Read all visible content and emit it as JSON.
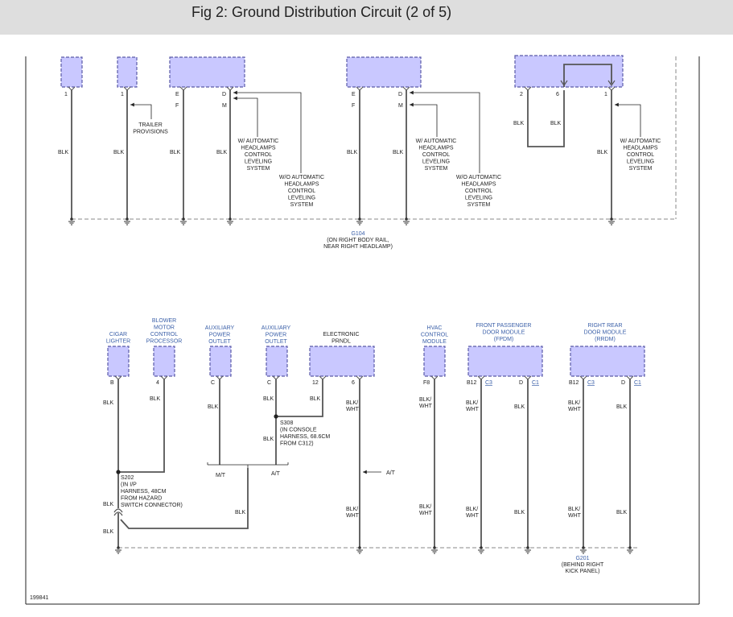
{
  "header": {
    "title": "Fig 2: Ground Distribution Circuit (2 of 5)"
  },
  "figure_number": "199841",
  "colors": {
    "component_fill": "#c9c8ff",
    "component_stroke": "#5a5aa8",
    "label_blue": "#3a5fa8"
  },
  "top": {
    "pins": {
      "p1a": "1",
      "p1b": "1",
      "pE": "E",
      "pF": "F",
      "pD": "D",
      "pM": "M",
      "p2E": "E",
      "p2F": "F",
      "p2D": "D",
      "p2M": "M",
      "p3_2": "2",
      "p3_6": "6",
      "p3_1": "1"
    },
    "wire_colors": {
      "blk": "BLK"
    },
    "labels": {
      "trailer": [
        "TRAILER",
        "PROVISIONS"
      ],
      "w_auto": [
        "W/ AUTOMATIC",
        "HEADLAMPS",
        "CONTROL",
        "LEVELING",
        "SYSTEM"
      ],
      "wo_auto": [
        "W/O AUTOMATIC",
        "HEADLAMPS",
        "CONTROL",
        "LEVELING",
        "SYSTEM"
      ]
    },
    "ground": {
      "name": "G104",
      "desc": [
        "(ON RIGHT BODY RAIL,",
        "NEAR RIGHT HEADLAMP)"
      ]
    }
  },
  "bottom": {
    "components": {
      "cigar": [
        "CIGAR",
        "LIGHTER"
      ],
      "blower": [
        "BLOWER",
        "MOTOR",
        "CONTROL",
        "PROCESSOR"
      ],
      "aux1": [
        "AUXILIARY",
        "POWER",
        "OUTLET"
      ],
      "aux2": [
        "AUXILIARY",
        "POWER",
        "OUTLET"
      ],
      "prndl": [
        "ELECTRONIC",
        "PRNDL"
      ],
      "hvac": [
        "HVAC",
        "CONTROL",
        "MODULE"
      ],
      "fpdm": [
        "FRONT PASSENGER",
        "DOOR MODULE",
        "(FPDM)"
      ],
      "rrdm": [
        "RIGHT REAR",
        "DOOR MODULE",
        "(RRDM)"
      ]
    },
    "pins": {
      "cigar": "B",
      "blower": "4",
      "aux1": "C",
      "aux2": "C",
      "prndl12": "12",
      "prndl6": "6",
      "hvac": "F8",
      "fpdmB12": "B12",
      "fpdmC3": "C3",
      "fpdmD": "D",
      "fpdmC1": "C1",
      "rrdmB12": "B12",
      "rrdmC3": "C3",
      "rrdmD": "D",
      "rrdmC1": "C1"
    },
    "wire_colors": {
      "blk": "BLK",
      "blkwht": [
        "BLK/",
        "WHT"
      ]
    },
    "splices": {
      "s308": [
        "S308",
        "(IN CONSOLE",
        "HARNESS, 68.6CM",
        "FROM C312)"
      ],
      "s202": [
        "S202",
        "(IN I/P",
        "HARNESS, 48CM",
        "FROM HAZARD",
        "SWITCH CONNECTOR)"
      ]
    },
    "options": {
      "mt": "M/T",
      "at": "A/T",
      "at2": "A/T"
    },
    "ground": {
      "name": "G201",
      "desc": [
        "(BEHIND RIGHT",
        "KICK PANEL)"
      ]
    }
  }
}
